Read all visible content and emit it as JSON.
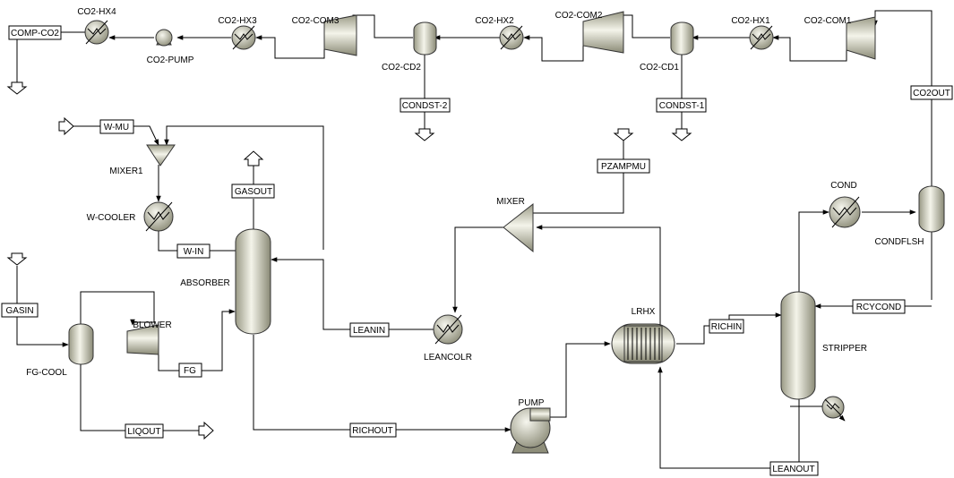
{
  "units": {
    "absorber": "ABSORBER",
    "stripper": "STRIPPER",
    "lrhx": "LRHX",
    "pump": "PUMP",
    "blower": "BLOWER",
    "fg_cool": "FG-COOL",
    "mixer1": "MIXER1",
    "w_cooler": "W-COOLER",
    "mixer": "MIXER",
    "leancolr": "LEANCOLR",
    "cond": "COND",
    "condflsh": "CONDFLSH",
    "co2_com1": "CO2-COM1",
    "co2_hx1": "CO2-HX1",
    "co2_cd1": "CO2-CD1",
    "co2_com2": "CO2-COM2",
    "co2_hx2": "CO2-HX2",
    "co2_cd2": "CO2-CD2",
    "co2_com3": "CO2-COM3",
    "co2_hx3": "CO2-HX3",
    "co2_pump": "CO2-PUMP",
    "co2_hx4": "CO2-HX4"
  },
  "streams": {
    "comp_co2": "COMP-CO2",
    "condst_2": "CONDST-2",
    "condst_1": "CONDST-1",
    "co2out": "CO2OUT",
    "w_mu": "W-MU",
    "gasout": "GASOUT",
    "pzampmu": "PZAMPMU",
    "w_in": "W-IN",
    "gasin": "GASIN",
    "fg": "FG",
    "leanin": "LEANIN",
    "richin": "RICHIN",
    "rcycond": "RCYCOND",
    "liqout": "LIQOUT",
    "richout": "RICHOUT",
    "leanout": "LEANOUT"
  }
}
